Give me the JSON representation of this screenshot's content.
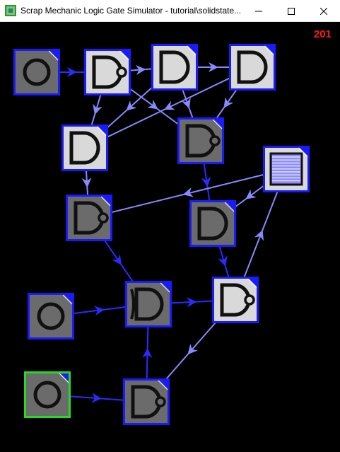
{
  "window": {
    "title": "Scrap Mechanic Logic Gate Simulator - tutorial\\solidstate...",
    "minimize_label": "—",
    "maximize_label": "☐",
    "close_label": "✕"
  },
  "counter": {
    "value": "201",
    "color": "#ff1a1a"
  },
  "colors": {
    "background": "#000000",
    "border_blue": "#1a1aff",
    "border_green": "#22dd22",
    "gate_on_fill": "#d9d9d9",
    "gate_off_fill": "#6b6b6b",
    "wire_bright": "#2b2bff",
    "wire_light": "#8888ff"
  },
  "gates": [
    {
      "id": "button-1",
      "kind": "button",
      "state": "off",
      "border": "blue"
    },
    {
      "id": "nand-1",
      "kind": "nand",
      "state": "on",
      "border": "blue"
    },
    {
      "id": "and-1",
      "kind": "and",
      "state": "on",
      "border": "blue"
    },
    {
      "id": "and-2",
      "kind": "and",
      "state": "on",
      "border": "blue"
    },
    {
      "id": "and-3",
      "kind": "and",
      "state": "on",
      "border": "blue"
    },
    {
      "id": "nand-2",
      "kind": "nand",
      "state": "off",
      "border": "blue"
    },
    {
      "id": "memory-1",
      "kind": "memory",
      "state": "on",
      "border": "blue"
    },
    {
      "id": "nand-3",
      "kind": "nand",
      "state": "off",
      "border": "blue"
    },
    {
      "id": "and-4",
      "kind": "and",
      "state": "off",
      "border": "blue"
    },
    {
      "id": "button-2",
      "kind": "button",
      "state": "off",
      "border": "blue"
    },
    {
      "id": "xor-1",
      "kind": "xor",
      "state": "off",
      "border": "blue"
    },
    {
      "id": "nand-4",
      "kind": "nand",
      "state": "on",
      "border": "blue"
    },
    {
      "id": "button-3",
      "kind": "button",
      "state": "off",
      "border": "green"
    },
    {
      "id": "nand-5",
      "kind": "nand",
      "state": "off",
      "border": "blue"
    }
  ],
  "wires": [
    {
      "from": "button-1",
      "to": "nand-1",
      "style": "bright"
    },
    {
      "from": "nand-1",
      "to": "and-1",
      "style": "light"
    },
    {
      "from": "and-1",
      "to": "and-2",
      "style": "light"
    },
    {
      "from": "nand-1",
      "to": "and-3",
      "style": "light"
    },
    {
      "from": "nand-1",
      "to": "nand-2",
      "style": "light"
    },
    {
      "from": "and-1",
      "to": "and-3",
      "style": "light"
    },
    {
      "from": "and-1",
      "to": "nand-2",
      "style": "light"
    },
    {
      "from": "and-2",
      "to": "nand-2",
      "style": "light"
    },
    {
      "from": "and-2",
      "to": "and-3",
      "style": "light"
    },
    {
      "from": "and-3",
      "to": "nand-3",
      "style": "light"
    },
    {
      "from": "nand-2",
      "to": "and-4",
      "style": "bright"
    },
    {
      "from": "memory-1",
      "to": "nand-3",
      "style": "light"
    },
    {
      "from": "memory-1",
      "to": "and-4",
      "style": "light"
    },
    {
      "from": "nand-3",
      "to": "xor-1",
      "style": "bright"
    },
    {
      "from": "and-4",
      "to": "nand-4",
      "style": "bright"
    },
    {
      "from": "button-2",
      "to": "xor-1",
      "style": "bright"
    },
    {
      "from": "xor-1",
      "to": "nand-4",
      "style": "bright"
    },
    {
      "from": "nand-4",
      "to": "memory-1",
      "style": "light"
    },
    {
      "from": "nand-4",
      "to": "nand-5",
      "style": "light"
    },
    {
      "from": "button-3",
      "to": "nand-5",
      "style": "bright"
    },
    {
      "from": "nand-5",
      "to": "xor-1",
      "style": "bright"
    }
  ]
}
